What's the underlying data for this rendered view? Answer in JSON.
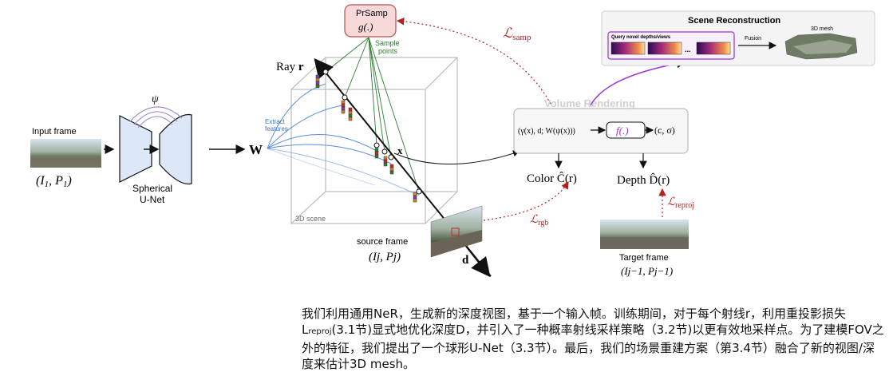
{
  "input": {
    "title": "Input frame",
    "label": "(I",
    "sub1": "1",
    "mid": ", P",
    "sub2": "1",
    "end": ")"
  },
  "unet": {
    "label_line1": "Spherical",
    "label_line2": "U-Net",
    "psi": "ψ"
  },
  "features": {
    "W": "W",
    "extract_line1": "Extract",
    "extract_line2": "features"
  },
  "ray": {
    "label": "Ray ",
    "r": "r",
    "d": "d",
    "x": "x",
    "scene": "3D scene"
  },
  "prsamp": {
    "title": "PrSamp",
    "func": "g(.)",
    "sample_line1": "Sample",
    "sample_line2": "points"
  },
  "losses": {
    "samp": "samp",
    "rgb": "rgb",
    "reproj": "reproj",
    "L": "ℒ"
  },
  "volume": {
    "title": "Volume Rendering",
    "input": "(γ(x), d; W(ψ(x)))",
    "func": "f(.)",
    "output": "(c, σ)"
  },
  "outputs": {
    "color": "Color Ĉ(r)",
    "depth": "Depth D̂(r)"
  },
  "source": {
    "title": "source frame",
    "label": "(Ij, Pj)"
  },
  "target": {
    "title": "Target frame",
    "label": "(Ij−1, Pj−1)"
  },
  "scene_recon": {
    "title": "Scene Reconstruction",
    "query": "Query novel depths/views",
    "fusion": "Fusion",
    "mesh": "3D mesh",
    "dots": "..."
  },
  "caption": {
    "part1": "我们利用通用NeR，生成新的深度视图，基于一个输入帧。训练期间，对于每个射线r，利用重投影损失L",
    "sub": "reproj",
    "part2": "(3.1节)显式地优化深度D，并引入了一种概率射线采样策略（3.2节)以更有效地采样点。为了建模FOV之外的特征，我们提出了一个球形U-Net（3.3节）。最后，我们的场景重建方案（第3.4节）融合了新的视图/深度来估计3D mesh。"
  },
  "colors": {
    "prsamp_fill": "#f7d9d9",
    "prsamp_stroke": "#b85050",
    "loss_red": "#b22222",
    "green": "#2e7d32",
    "purple": "#9b30d9",
    "unet_fill": "#dce8f8",
    "blue_line": "#5a8ed8"
  }
}
